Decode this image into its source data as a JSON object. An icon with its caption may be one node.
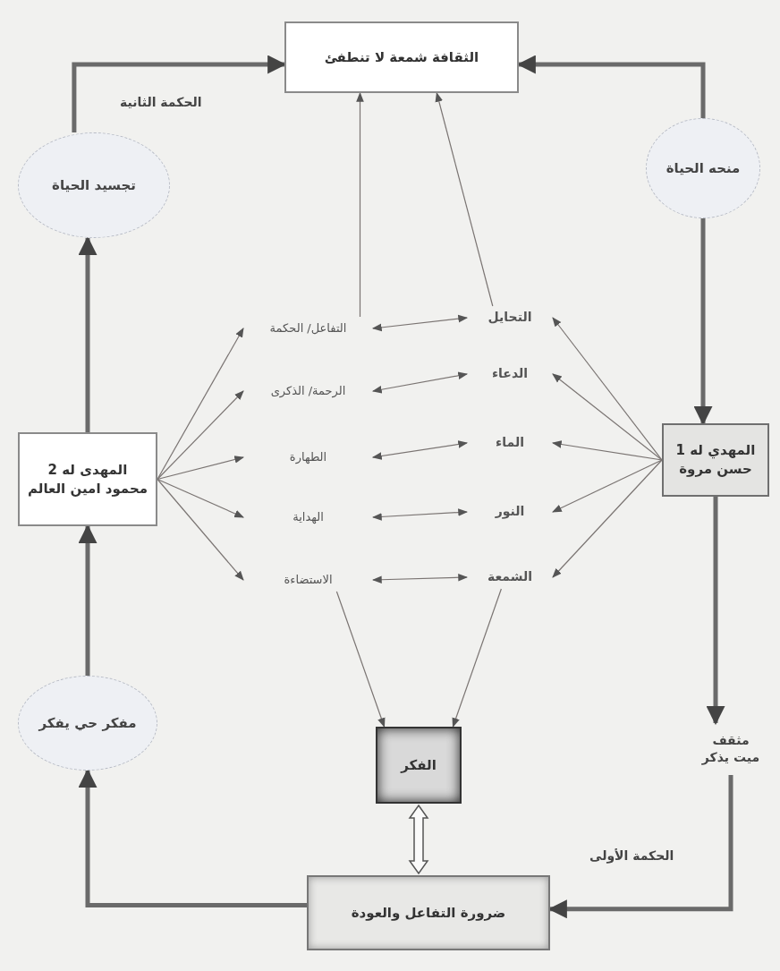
{
  "diagram": {
    "nodes": [
      {
        "text": [
          "الثقافة شمعة لا تنطفئ"
        ]
      },
      {
        "text": [
          "تجسيد الحياة"
        ]
      },
      {
        "text": [
          "منحه الحياة"
        ]
      },
      {
        "text": [
          "المهدى له 2 محمود امين العالم"
        ]
      },
      {
        "text": [
          "المهدي له 1 حسن مروة"
        ]
      },
      {
        "text": [
          "التفاعل/ الحكمة"
        ]
      },
      {
        "text": [
          "الرحمة/ الذكرى"
        ]
      },
      {
        "text": [
          "الطهارة"
        ]
      },
      {
        "text": [
          "الهداية"
        ]
      },
      {
        "text": [
          "الاستضاءة"
        ]
      },
      {
        "text": [
          "التحايل"
        ]
      },
      {
        "text": [
          "الدعاء"
        ]
      },
      {
        "text": [
          "الماء"
        ]
      },
      {
        "text": [
          "النور"
        ]
      },
      {
        "text": [
          "الشمعة"
        ]
      },
      {
        "text": [
          "مفكر حي يفكر"
        ]
      },
      {
        "text": [
          "الفكر"
        ]
      },
      {
        "text": [
          "مثقف ميت يذكر"
        ]
      },
      {
        "text": [
          "ضرورة التفاعل والعودة"
        ]
      }
    ],
    "edges": [
      {
        "from": 1,
        "to": 0,
        "arrow": "to",
        "label": "الحكمة الثانية",
        "style": "thick"
      },
      {
        "from": 2,
        "to": 0,
        "arrow": "to",
        "style": "thick"
      },
      {
        "from": 2,
        "to": 4,
        "arrow": "to",
        "style": "thick"
      },
      {
        "from": 4,
        "to": 17,
        "arrow": "to",
        "style": "thick"
      },
      {
        "from": 17,
        "to": 18,
        "arrow": "to",
        "label": "الحكمة الأولى",
        "style": "thick"
      },
      {
        "from": 18,
        "to": 15,
        "arrow": "to",
        "style": "thick"
      },
      {
        "from": 15,
        "to": 3,
        "arrow": "to",
        "style": "thick"
      },
      {
        "from": 3,
        "to": 1,
        "arrow": "to",
        "style": "thick"
      },
      {
        "from": 16,
        "to": 18,
        "arrow": "both",
        "style": "thick"
      },
      {
        "from": 3,
        "to": 5,
        "arrow": "to"
      },
      {
        "from": 3,
        "to": 6,
        "arrow": "to"
      },
      {
        "from": 3,
        "to": 7,
        "arrow": "to"
      },
      {
        "from": 3,
        "to": 8,
        "arrow": "to"
      },
      {
        "from": 3,
        "to": 9,
        "arrow": "to"
      },
      {
        "from": 4,
        "to": 10,
        "arrow": "to"
      },
      {
        "from": 4,
        "to": 11,
        "arrow": "to"
      },
      {
        "from": 4,
        "to": 12,
        "arrow": "to"
      },
      {
        "from": 4,
        "to": 13,
        "arrow": "to"
      },
      {
        "from": 4,
        "to": 14,
        "arrow": "to"
      },
      {
        "from": 5,
        "to": 10,
        "arrow": "both"
      },
      {
        "from": 6,
        "to": 11,
        "arrow": "both"
      },
      {
        "from": 7,
        "to": 12,
        "arrow": "both"
      },
      {
        "from": 8,
        "to": 13,
        "arrow": "both"
      },
      {
        "from": 9,
        "to": 14,
        "arrow": "both"
      },
      {
        "from": 5,
        "to": 0,
        "arrow": "to"
      },
      {
        "from": 10,
        "to": 0,
        "arrow": "to"
      },
      {
        "from": 9,
        "to": 16,
        "arrow": "to"
      },
      {
        "from": 14,
        "to": 16,
        "arrow": "to"
      }
    ]
  }
}
